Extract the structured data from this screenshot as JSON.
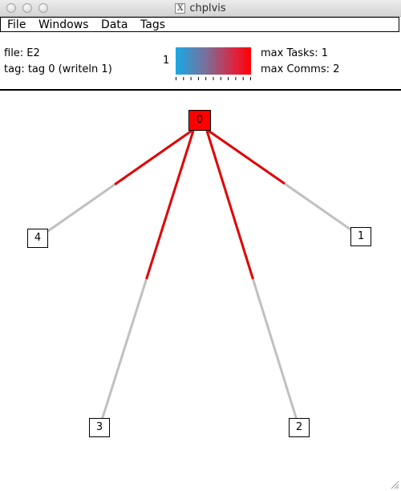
{
  "window": {
    "title": "chplvis",
    "x11_glyph": "X"
  },
  "menu": {
    "items": [
      "File",
      "Windows",
      "Data",
      "Tags"
    ]
  },
  "info": {
    "file_line": "file: E2",
    "tag_line": "tag: tag 0 (writeln 1)",
    "scale_label": "1",
    "max_tasks": "max Tasks: 1",
    "max_comms": "max Comms: 2"
  },
  "colors": {
    "scale_low": "#19a9e6",
    "scale_high": "#ff0000",
    "root_fill": "#ff0000",
    "edge_hot": "#e00000",
    "edge_cold": "#c0c0c0"
  },
  "graph": {
    "nodes": [
      {
        "id": "0",
        "label": "0",
        "active": true
      },
      {
        "id": "1",
        "label": "1",
        "active": false
      },
      {
        "id": "2",
        "label": "2",
        "active": false
      },
      {
        "id": "3",
        "label": "3",
        "active": false
      },
      {
        "id": "4",
        "label": "4",
        "active": false
      }
    ],
    "edges": [
      {
        "from": "0",
        "to": "1"
      },
      {
        "from": "0",
        "to": "2"
      },
      {
        "from": "0",
        "to": "3"
      },
      {
        "from": "0",
        "to": "4"
      }
    ]
  },
  "icons": {
    "close": "close-button-icon",
    "minimize": "minimize-button-icon",
    "zoom": "zoom-button-icon",
    "app": "x11-icon",
    "resize": "resize-grip-icon"
  }
}
